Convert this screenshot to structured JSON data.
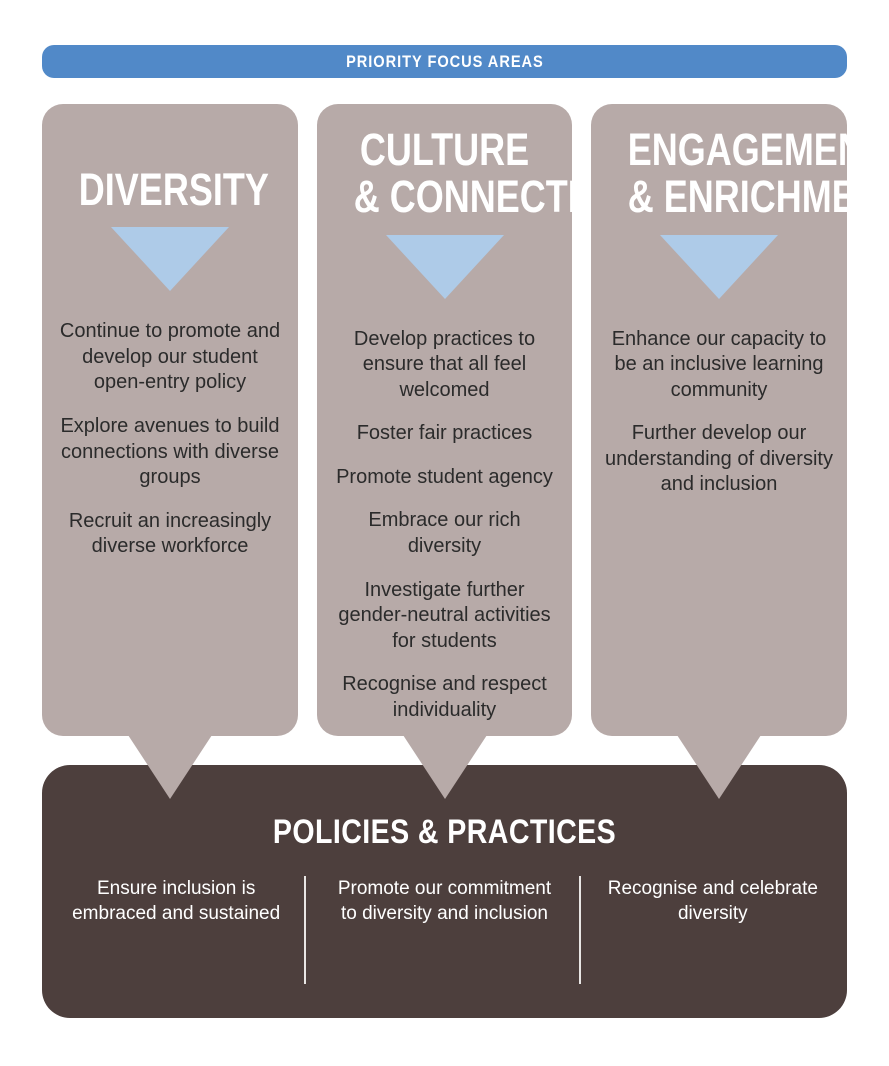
{
  "header": {
    "title": "PRIORITY FOCUS AREAS",
    "background_color": "#5189c8",
    "text_color": "#ffffff"
  },
  "theme": {
    "pillar_background": "#b7aaa8",
    "triangle_color": "#aecbe8",
    "panel_background": "#4d3f3d",
    "body_text_color": "#2b2b2b",
    "panel_text_color": "#ffffff",
    "divider_color": "#e9e6e5"
  },
  "pillars": [
    {
      "heading_lines": [
        "DIVERSITY"
      ],
      "arrow_icon": "down-triangle-icon",
      "items": [
        "Continue to promote and develop our student open-entry policy",
        "Explore avenues to build connections with diverse groups",
        "Recruit an increasingly diverse workforce"
      ]
    },
    {
      "heading_lines": [
        "CULTURE",
        "& CONNECTION"
      ],
      "arrow_icon": "down-triangle-icon",
      "items": [
        "Develop practices to ensure that all feel welcomed",
        "Foster fair practices",
        "Promote student agency",
        "Embrace our rich diversity",
        "Investigate further gender-neutral activities for students",
        "Recognise and respect individuality"
      ]
    },
    {
      "heading_lines": [
        "ENGAGEMENT",
        "& ENRICHMENT"
      ],
      "arrow_icon": "down-triangle-icon",
      "items": [
        "Enhance our capacity to be an inclusive learning community",
        "Further develop our understanding of diversity and inclusion"
      ]
    }
  ],
  "bottom_panel": {
    "title": "POLICIES & PRACTICES",
    "columns": [
      "Ensure inclusion is embraced and sustained",
      "Promote our commitment to diversity and inclusion",
      "Recognise and celebrate diversity"
    ]
  }
}
